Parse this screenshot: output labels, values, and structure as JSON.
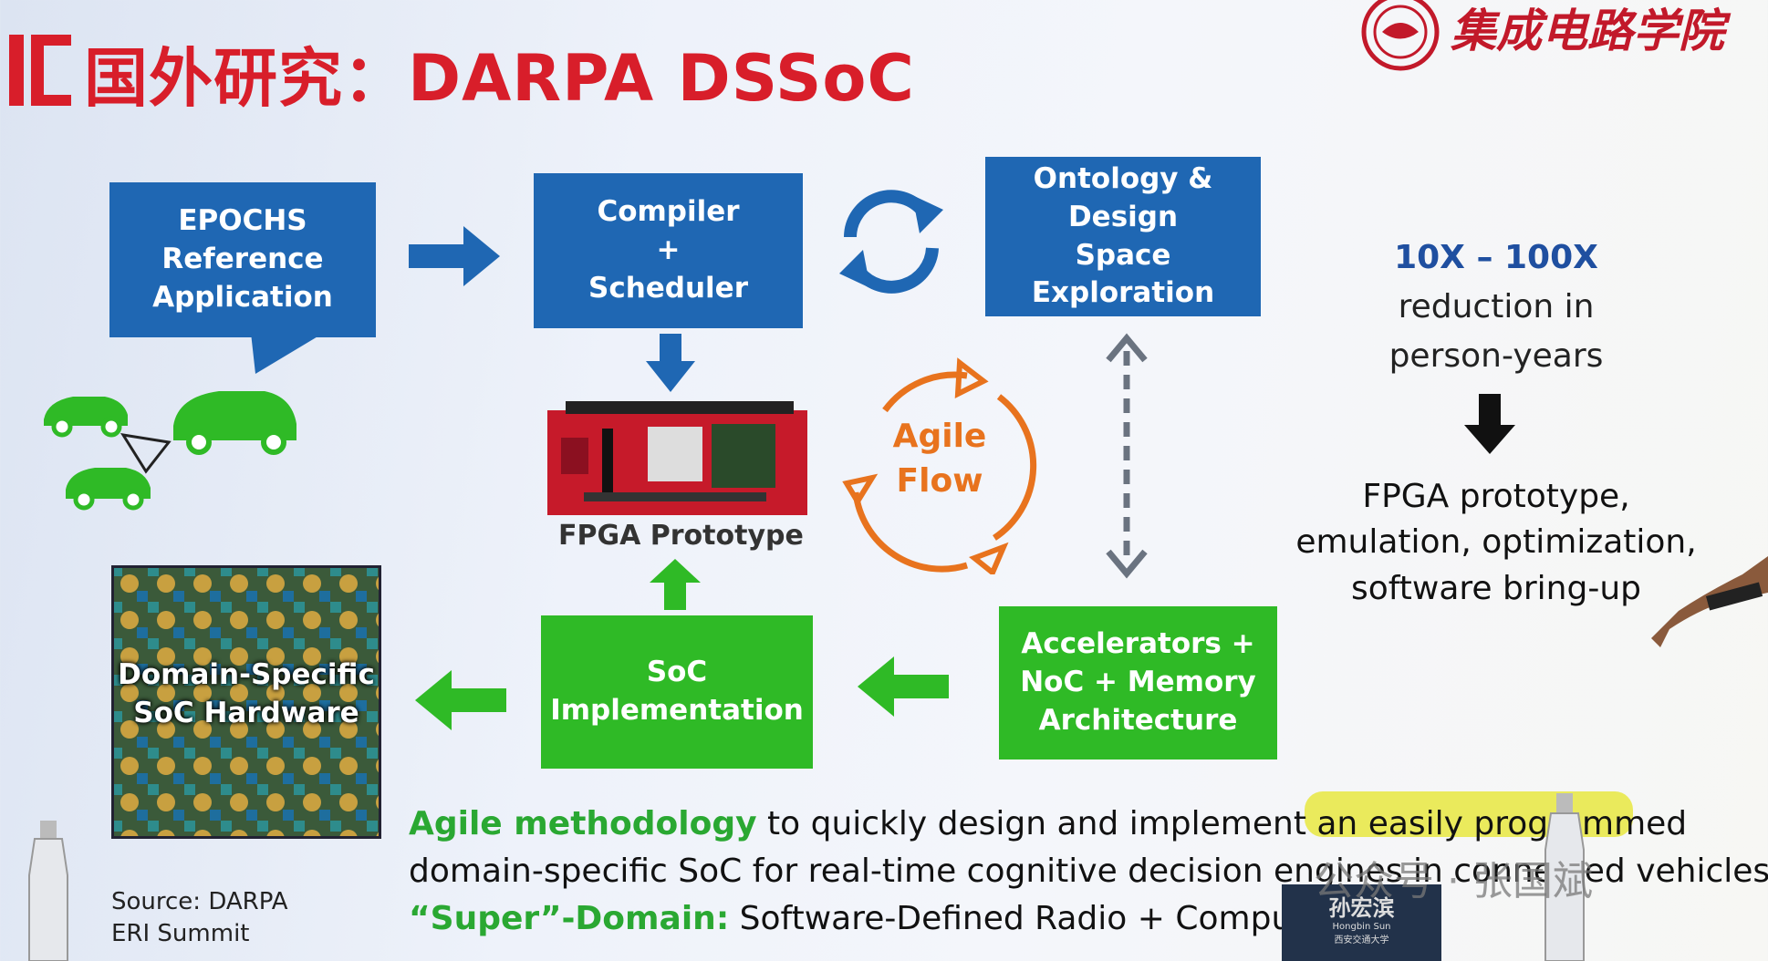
{
  "title": {
    "prefix": "国外研究：",
    "main": "DARPA DSSoC"
  },
  "logo": {
    "text": "集成电路学院"
  },
  "boxes": {
    "epochs": [
      "EPOCHS",
      "Reference",
      "Application"
    ],
    "compiler": [
      "Compiler",
      "+",
      "Scheduler"
    ],
    "ontology": [
      "Ontology & Design",
      "Space Exploration"
    ],
    "soc": [
      "SoC",
      "Implementation"
    ],
    "accel": [
      "Accelerators +",
      "NoC + Memory",
      "Architecture"
    ]
  },
  "fpga_label": "FPGA Prototype",
  "soc_chip_label": [
    "Domain-Specific",
    "SoC Hardware"
  ],
  "agile_flow": [
    "Agile",
    "Flow"
  ],
  "reduction": {
    "highlight": "10X – 100X",
    "line2": "reduction in",
    "line3": "person-years"
  },
  "fpga_text": [
    "FPGA  prototype,",
    "emulation, optimization,",
    "software bring-up"
  ],
  "bottom": {
    "line1_green": "Agile methodology",
    "line1_rest": " to quickly design and implement an easily programmed",
    "line2": "domain-specific SoC for real-time cognitive decision engines in connected vehicles",
    "line3_green": "“Super”-Domain:",
    "line3_rest": " Software-Defined Radio + Computer"
  },
  "source": [
    "Source: DARPA",
    "ERI Summit"
  ],
  "watermark": "公众号 · 张国斌",
  "nameplate": {
    "name": "孙宏滨",
    "sub1": "Hongbin Sun",
    "sub2": "西安交通大学"
  },
  "colors": {
    "title_red": "#d81e2a",
    "blue_box": "#1f67b3",
    "green_box": "#2fba26",
    "agile_orange": "#e8731e"
  }
}
